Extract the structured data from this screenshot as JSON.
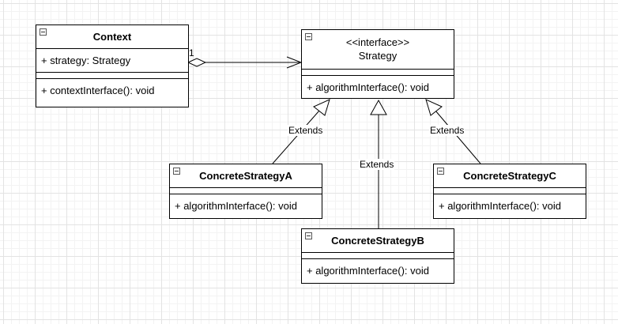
{
  "classes": {
    "context": {
      "name": "Context",
      "attribute": "+ strategy: Strategy",
      "operation": "+ contextInterface(): void"
    },
    "strategy": {
      "stereotype": "<<interface>>",
      "name": "Strategy",
      "operation": "+ algorithmInterface(): void"
    },
    "concrete_a": {
      "name": "ConcreteStrategyA",
      "operation": "+ algorithmInterface(): void"
    },
    "concrete_b": {
      "name": "ConcreteStrategyB",
      "operation": "+ algorithmInterface(): void"
    },
    "concrete_c": {
      "name": "ConcreteStrategyC",
      "operation": "+ algorithmInterface(): void"
    }
  },
  "relations": {
    "aggregation": {
      "from": "Context",
      "to": "Strategy",
      "multiplicity": "1"
    },
    "extends_a": {
      "from": "ConcreteStrategyA",
      "to": "Strategy",
      "label": "Extends"
    },
    "extends_b": {
      "from": "ConcreteStrategyB",
      "to": "Strategy",
      "label": "Extends"
    },
    "extends_c": {
      "from": "ConcreteStrategyC",
      "to": "Strategy",
      "label": "Extends"
    }
  }
}
